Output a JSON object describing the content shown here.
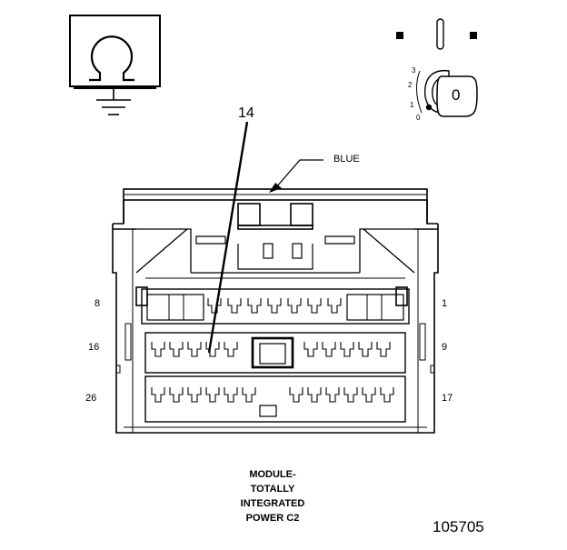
{
  "callout": "14",
  "wire_color": "BLUE",
  "pins": {
    "top_left": "8",
    "top_right": "1",
    "mid_left": "16",
    "mid_right": "9",
    "bottom_left": "26",
    "bottom_right": "17"
  },
  "key_positions": [
    "3",
    "2",
    "1",
    "0"
  ],
  "key_label": "0",
  "caption": [
    "MODULE-",
    "TOTALLY",
    "INTEGRATED",
    "POWER C2"
  ],
  "figure_number": "105705",
  "icons": [
    "ohmmeter-ground-icon",
    "ignition-key-icon"
  ]
}
